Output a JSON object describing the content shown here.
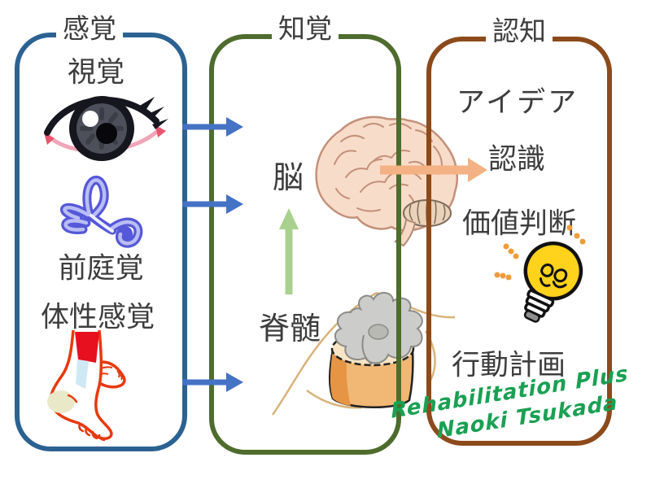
{
  "diagram": {
    "stages": [
      {
        "title": "感覚",
        "border_color": "#2c6292",
        "items": [
          {
            "text": "視覚",
            "icon": "eye-icon"
          },
          {
            "text": "前庭覚",
            "icon": "vestibular-organ-icon"
          },
          {
            "text": "体性感覚",
            "icon": "foot-icon"
          }
        ]
      },
      {
        "title": "知覚",
        "border_color": "#4e6c2d",
        "items": [
          {
            "text": "脳",
            "icon": "brain-icon"
          },
          {
            "text": "脊髄",
            "icon": "spinal-cord-icon"
          }
        ]
      },
      {
        "title": "認知",
        "border_color": "#8c4a1b",
        "items": [
          {
            "text": "アイデア"
          },
          {
            "text": "認識"
          },
          {
            "text": "価値判断",
            "icon": "lightbulb-icon"
          },
          {
            "text": "行動計画"
          }
        ]
      }
    ],
    "arrows": {
      "sensation_to_perception_count": 3,
      "sensation_to_perception_color": "#4472c4",
      "spinal_cord_to_brain_color": "#a9d18e",
      "brain_to_cognition_color": "#f4b183",
      "spark_dots_color": "#ef9c3b"
    },
    "signature": {
      "line1": "Rehabilitation Plus",
      "line2": "Naoki Tsukada",
      "color": "#1aa053"
    }
  }
}
